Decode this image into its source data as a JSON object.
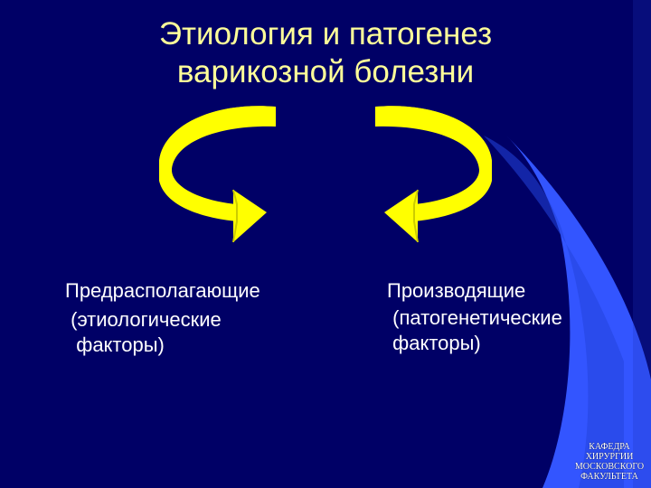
{
  "slide": {
    "title_line1": "Этиология и патогенез",
    "title_line2": "варикозной болезни",
    "left": {
      "line1": "Предрасполагающие",
      "line2": " (этиологические",
      "line3": "  факторы)"
    },
    "right": {
      "line1": "Производящие",
      "line2": " (патогенетические",
      "line3": " факторы)"
    },
    "footer": {
      "line1": "КАФЕДРА",
      "line2": "ХИРУРГИИ",
      "line3": "МОСКОВСКОГО",
      "line4": "ФАКУЛЬТЕТА"
    }
  },
  "colors": {
    "background": "#000066",
    "accent_blue": "#3355FF",
    "title": "#FFFF99",
    "arrow": "#FFFF00",
    "arrow_shadow": "#CCCC00"
  },
  "icons": [
    "left-curved-arrow",
    "right-curved-arrow"
  ]
}
